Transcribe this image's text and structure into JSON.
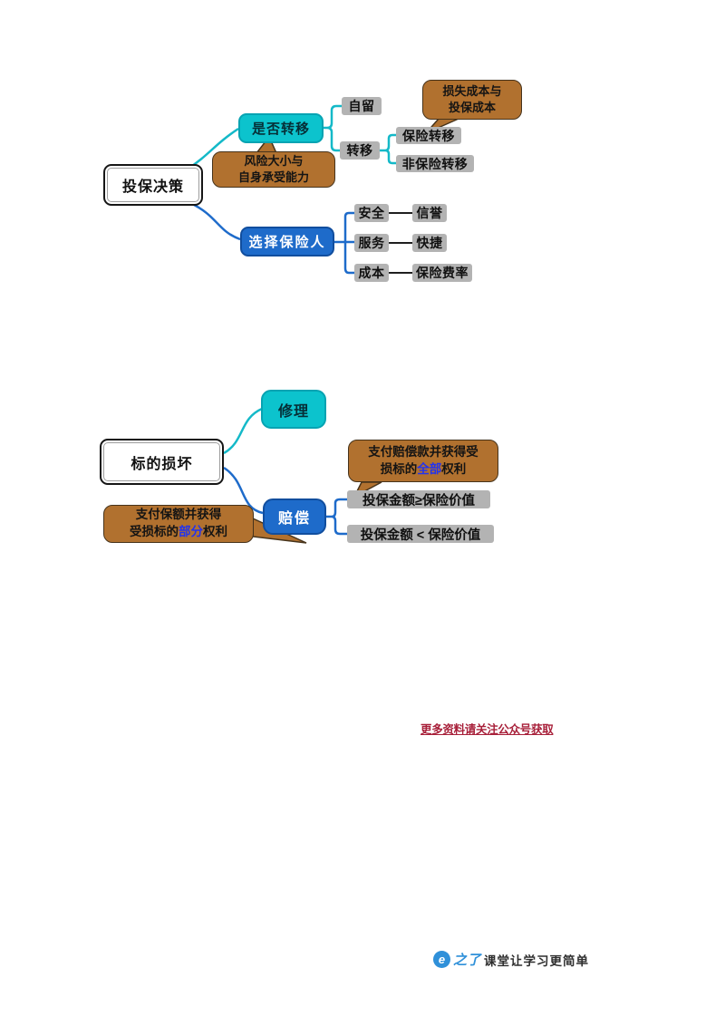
{
  "map1": {
    "root": "投保决策",
    "decision_node": "是否转移",
    "risk_callout": {
      "line1": "风险大小与",
      "line2": "自身承受能力"
    },
    "cost_callout": {
      "line1": "损失成本与",
      "line2": "投保成本"
    },
    "retain": "自留",
    "transfer": "转移",
    "transfer_children": [
      "保险转移",
      "非保险转移"
    ],
    "insurer_node": "选择保险人",
    "insurer_rows": [
      {
        "left": "安全",
        "right": "信誉"
      },
      {
        "left": "服务",
        "right": "快捷"
      },
      {
        "left": "成本",
        "right": "保险费率"
      }
    ]
  },
  "map2": {
    "root": "标的损坏",
    "repair_node": "修理",
    "compensate_node": "赔偿",
    "full_rights_callout": {
      "line1": "支付赔偿款并获得受",
      "line2_pre": "损标的",
      "line2_highlight": "全部",
      "line2_post": "权利"
    },
    "partial_rights_callout": {
      "line1": "支付保额并获得",
      "line2_pre": "受损标的",
      "line2_highlight": "部分",
      "line2_post": "权利"
    },
    "case_gte": "投保金额≥保险价值",
    "case_lt": "投保金额 < 保险价值"
  },
  "annotation": {
    "red_text": "更多资料请关注公众号获取"
  },
  "footer": {
    "brand_blue": "之了",
    "brand_dark": "课堂让学习更简单",
    "logo_glyph": "e"
  },
  "colors": {
    "cyan": "#0cc3cd",
    "blue": "#1e6bca",
    "brown": "#b1712f",
    "highlight_blue": "#2233ee",
    "red": "#a8203a",
    "logo_blue": "#2f90d9"
  }
}
